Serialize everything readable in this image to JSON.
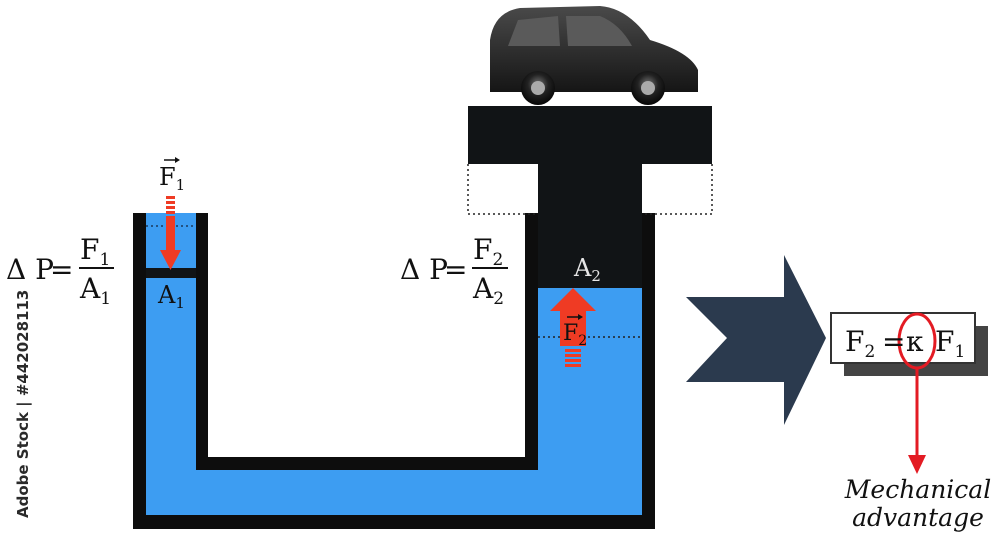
{
  "left_formula": {
    "lhs": "Δ P",
    "equals": "=",
    "numerator_sym": "F",
    "numerator_sub": "1",
    "denominator_sym": "A",
    "denominator_sub": "1"
  },
  "right_formula": {
    "lhs": "Δ P",
    "equals": "=",
    "numerator_sym": "F",
    "numerator_sub": "2",
    "denominator_sym": "A",
    "denominator_sub": "2"
  },
  "force_left": {
    "sym": "F",
    "sub": "1"
  },
  "force_right": {
    "sym": "F",
    "sub": "2"
  },
  "area_left": {
    "sym": "A",
    "sub": "1"
  },
  "area_right": {
    "sym": "A",
    "sub": "2"
  },
  "result_box": {
    "lhs_sym": "F",
    "lhs_sub": "2",
    "equals": "=",
    "kappa": "κ",
    "rhs_sym": "F",
    "rhs_sub": "1"
  },
  "annotation": {
    "line1": "Mechanical",
    "line2": "advantage"
  },
  "watermark_side": "Adobe Stock | #442028113",
  "colors": {
    "fluid": "#3d9df2",
    "wall": "#0d0d0d",
    "arrow": "#ef3b24",
    "chevron": "#2b3a4e",
    "highlight": "#e31b23",
    "piston": "#111416",
    "car": "#2a2a2a"
  }
}
